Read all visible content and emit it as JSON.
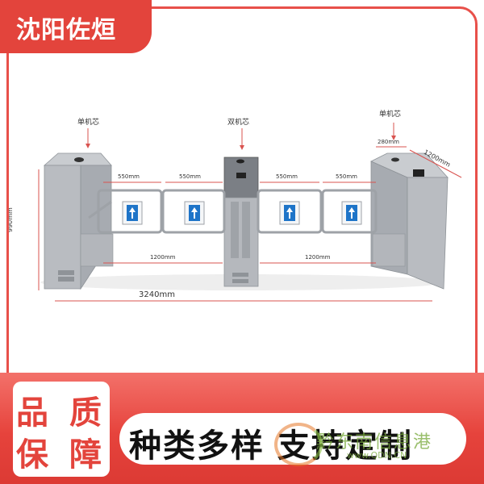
{
  "brand": {
    "name": "沈阳佐烜"
  },
  "diagram": {
    "labels": {
      "left_top": "单机芯",
      "center_top": "双机芯",
      "right_top": "单机芯",
      "height": "990mm",
      "total_width": "3240mm",
      "arm_widths": [
        "550mm",
        "550mm",
        "550mm",
        "550mm"
      ],
      "lane_widths": [
        "1200mm",
        "1200mm"
      ],
      "cabinet_width": "280mm",
      "cabinet_length": "1200mm"
    }
  },
  "promo": {
    "quality_line1": "品 质",
    "quality_line2": "保 障",
    "slogan": "种类多样  支持定制"
  },
  "watermark": {
    "text": "黔东南信息港",
    "url": "www.QDN.CN"
  }
}
